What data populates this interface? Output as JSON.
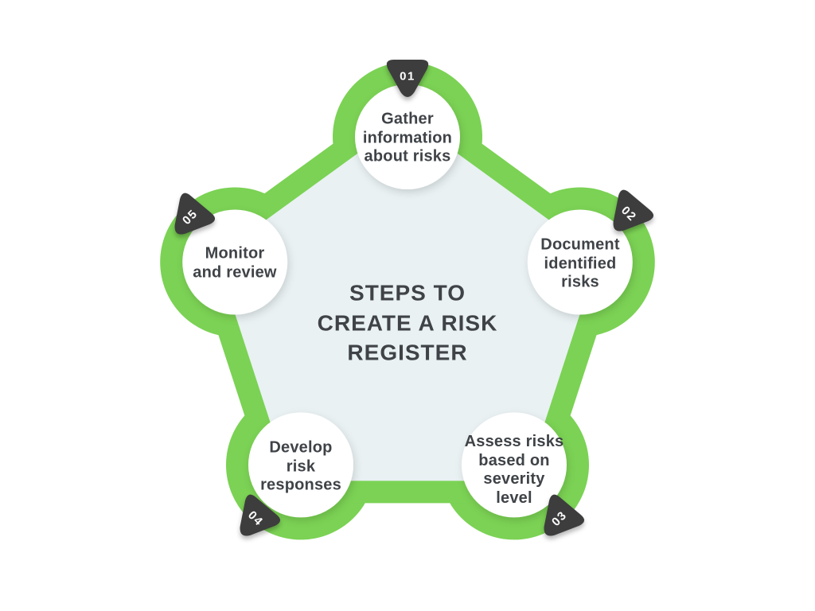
{
  "title": {
    "text": "STEPS TO\nCREATE A RISK\nREGISTER"
  },
  "steps": [
    {
      "number": "01",
      "label": "Gather\ninformation\nabout risks"
    },
    {
      "number": "02",
      "label": "Document\nidentified\nrisks"
    },
    {
      "number": "03",
      "label": "Assess risks\nbased on\nseverity\nlevel"
    },
    {
      "number": "04",
      "label": "Develop\nrisk\nresponses"
    },
    {
      "number": "05",
      "label": "Monitor\nand review"
    }
  ],
  "colors": {
    "green": "#7bd254",
    "pale": "#e9f1f3",
    "badge": "#3c3c3c",
    "circle": "#ffffff",
    "text": "#3f4347",
    "number": "#ffffff",
    "background": "#ffffff"
  }
}
